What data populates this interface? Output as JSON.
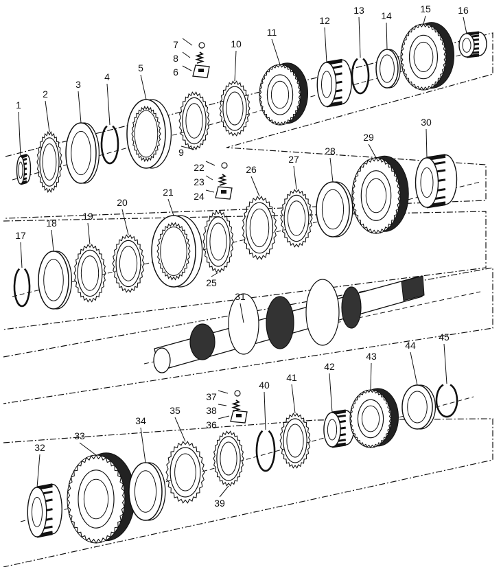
{
  "diagram": {
    "type": "exploded-parts-view",
    "parts": [
      {
        "num": "1",
        "kind": "bearing"
      },
      {
        "num": "2",
        "kind": "sync-ring"
      },
      {
        "num": "3",
        "kind": "sync-ring"
      },
      {
        "num": "4",
        "kind": "snap-ring"
      },
      {
        "num": "5",
        "kind": "sleeve"
      },
      {
        "num": "6",
        "kind": "key"
      },
      {
        "num": "7",
        "kind": "ball"
      },
      {
        "num": "8",
        "kind": "spring"
      },
      {
        "num": "9",
        "kind": "hub"
      },
      {
        "num": "10",
        "kind": "sync-ring"
      },
      {
        "num": "11",
        "kind": "gear"
      },
      {
        "num": "12",
        "kind": "bearing"
      },
      {
        "num": "13",
        "kind": "snap-ring"
      },
      {
        "num": "14",
        "kind": "washer"
      },
      {
        "num": "15",
        "kind": "gear"
      },
      {
        "num": "16",
        "kind": "bearing"
      },
      {
        "num": "17",
        "kind": "snap-ring"
      },
      {
        "num": "18",
        "kind": "ring"
      },
      {
        "num": "19",
        "kind": "sync-ring"
      },
      {
        "num": "20",
        "kind": "sync-ring"
      },
      {
        "num": "21",
        "kind": "sleeve"
      },
      {
        "num": "22",
        "kind": "ball"
      },
      {
        "num": "23",
        "kind": "spring"
      },
      {
        "num": "24",
        "kind": "key"
      },
      {
        "num": "25",
        "kind": "hub"
      },
      {
        "num": "26",
        "kind": "sync-ring"
      },
      {
        "num": "27",
        "kind": "sync-ring"
      },
      {
        "num": "28",
        "kind": "ring"
      },
      {
        "num": "29",
        "kind": "gear"
      },
      {
        "num": "30",
        "kind": "bearing"
      },
      {
        "num": "31",
        "kind": "shaft"
      },
      {
        "num": "32",
        "kind": "bearing"
      },
      {
        "num": "33",
        "kind": "gear"
      },
      {
        "num": "34",
        "kind": "sync-ring"
      },
      {
        "num": "35",
        "kind": "sync-ring"
      },
      {
        "num": "36",
        "kind": "key"
      },
      {
        "num": "37",
        "kind": "ball"
      },
      {
        "num": "38",
        "kind": "spring"
      },
      {
        "num": "39",
        "kind": "hub"
      },
      {
        "num": "40",
        "kind": "snap-ring"
      },
      {
        "num": "41",
        "kind": "sync-ring"
      },
      {
        "num": "42",
        "kind": "bearing"
      },
      {
        "num": "43",
        "kind": "gear"
      },
      {
        "num": "44",
        "kind": "washer"
      },
      {
        "num": "45",
        "kind": "snap-ring"
      }
    ]
  }
}
